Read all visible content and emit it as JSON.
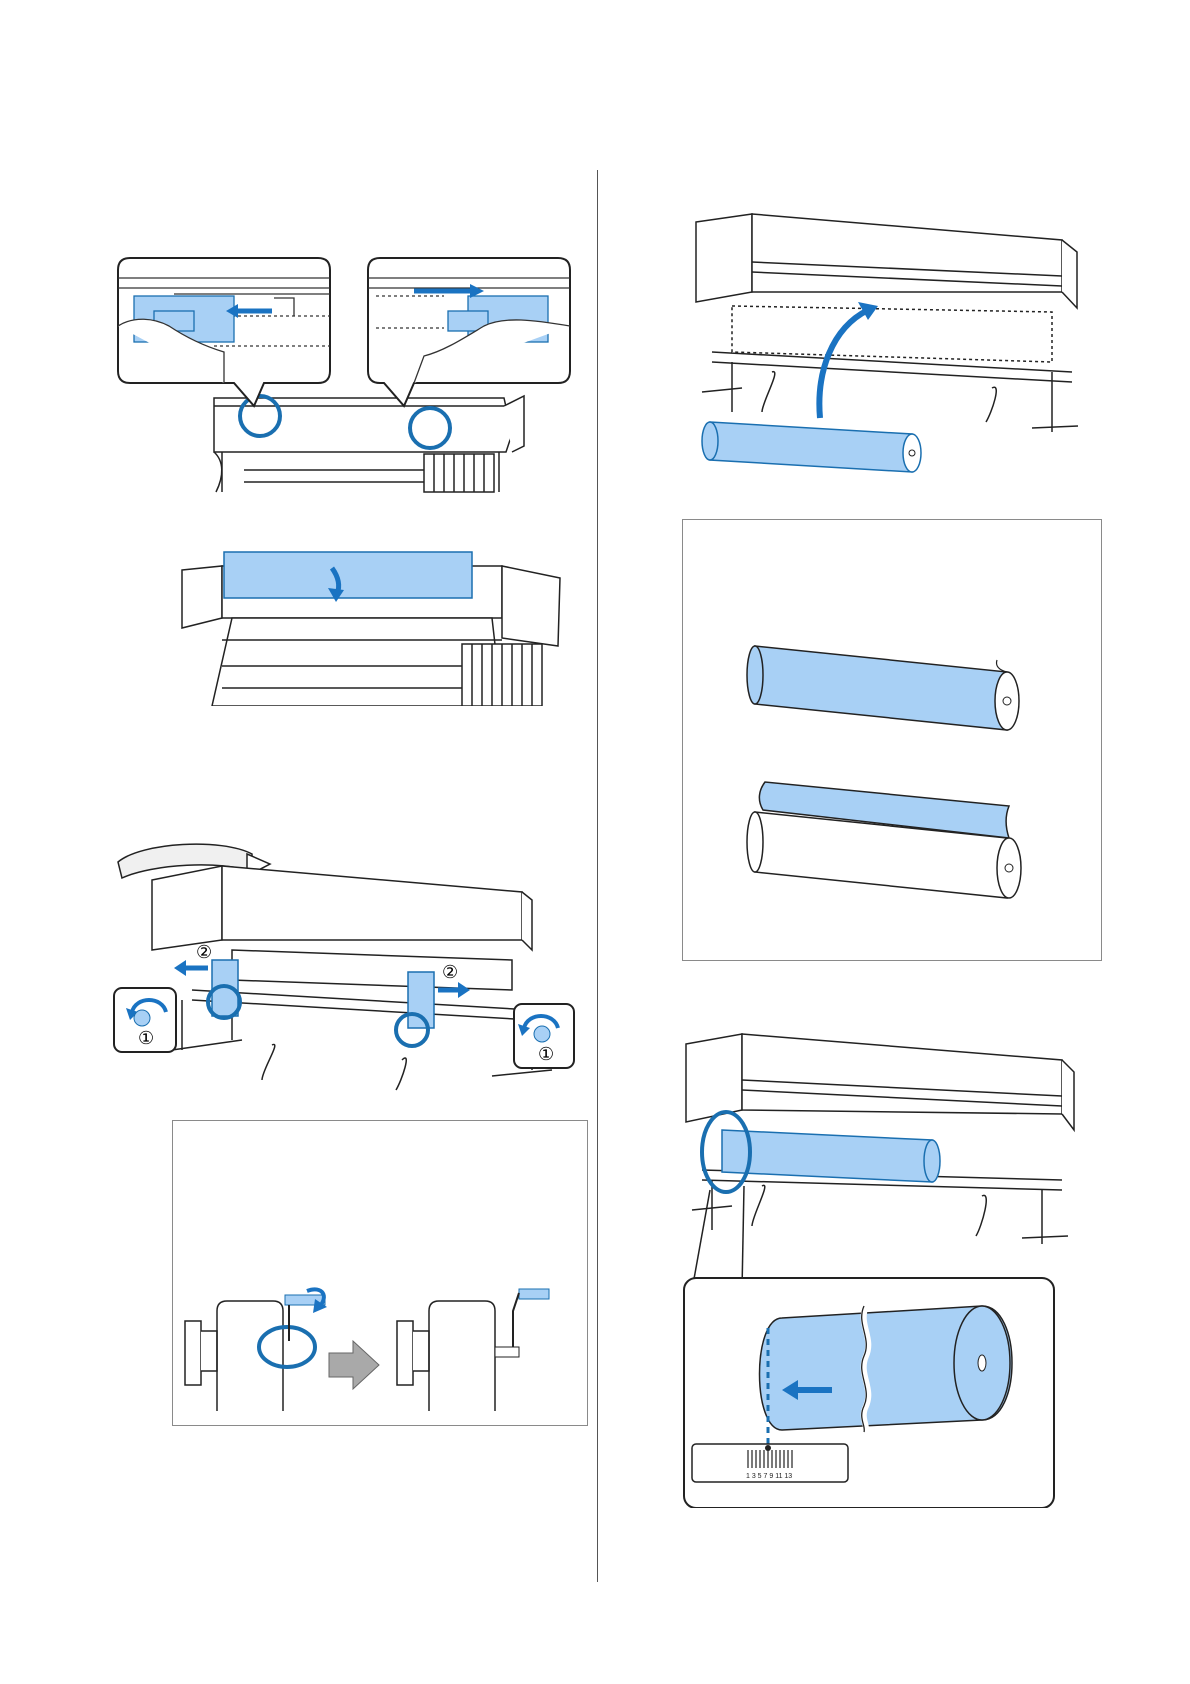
{
  "colors": {
    "accent_fill": "#a8d0f5",
    "accent_stroke": "#1a6fb0",
    "arrow_blue": "#1a73c2",
    "line": "#222222",
    "gray_arrow": "#a9a9a9",
    "dotted_band": "#f2f2f2"
  },
  "figures": {
    "fig_roller_lever": {
      "callout_left": "①",
      "callout_right": "①",
      "callout_step_left": "②",
      "callout_step_right": "②"
    },
    "fig_shaft_handle": {},
    "fig_alignment_label": {
      "scale_ticks": "1 3 5 7 9 11 13"
    }
  },
  "icons": [
    "rotate-arrow-icon",
    "slide-arrow-icon",
    "gray-right-arrow-icon",
    "insert-arrow-icon"
  ]
}
